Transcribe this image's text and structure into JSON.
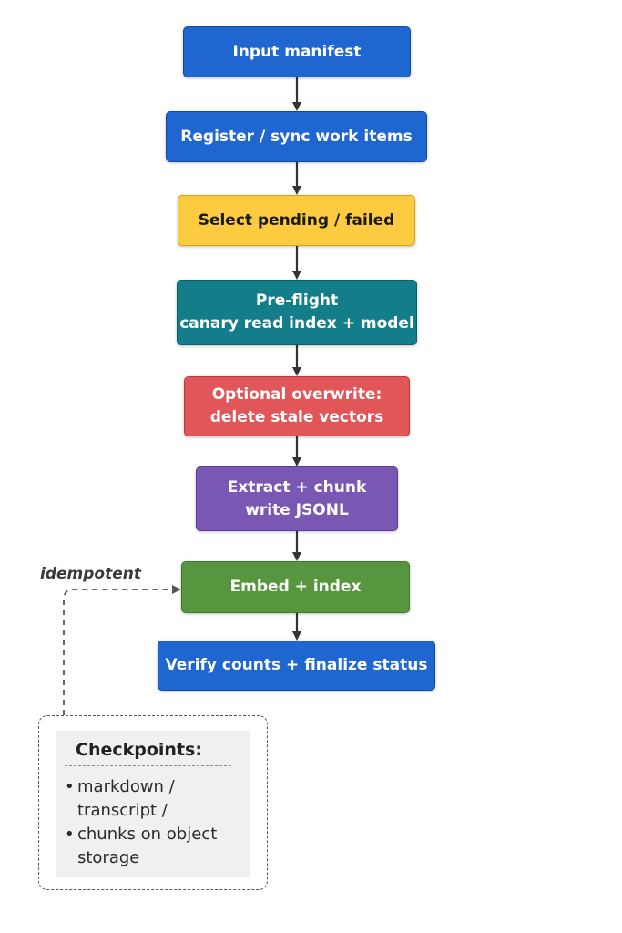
{
  "flow": {
    "steps": [
      {
        "id": "input-manifest",
        "lines": [
          "Input manifest"
        ],
        "color": "#1f66d0"
      },
      {
        "id": "register-sync",
        "lines": [
          "Register / sync work items"
        ],
        "color": "#1f66d0"
      },
      {
        "id": "select-pending",
        "lines": [
          "Select pending / failed"
        ],
        "color": "#fdcb3f"
      },
      {
        "id": "pre-flight",
        "lines": [
          "Pre-flight",
          "canary read index + model"
        ],
        "color": "#137e8a"
      },
      {
        "id": "optional-overwrite",
        "lines": [
          "Optional overwrite:",
          "delete stale vectors"
        ],
        "color": "#e05659"
      },
      {
        "id": "extract-chunk",
        "lines": [
          "Extract + chunk",
          "write JSONL"
        ],
        "color": "#7b57b4"
      },
      {
        "id": "embed-index",
        "lines": [
          "Embed + index"
        ],
        "color": "#57963f"
      },
      {
        "id": "verify-finalize",
        "lines": [
          "Verify counts + finalize status"
        ],
        "color": "#1f66d0"
      }
    ],
    "side_label": "idempotent"
  },
  "checkpoints": {
    "title": "Checkpoints:",
    "items": [
      {
        "text": "markdown /",
        "bullet": true
      },
      {
        "text": "transcript /",
        "bullet": false
      },
      {
        "text": "chunks on object",
        "bullet": true
      },
      {
        "text": "storage",
        "bullet": false
      }
    ]
  },
  "colors": {
    "arrow": "#333333",
    "dashed_connector": "#555555"
  }
}
